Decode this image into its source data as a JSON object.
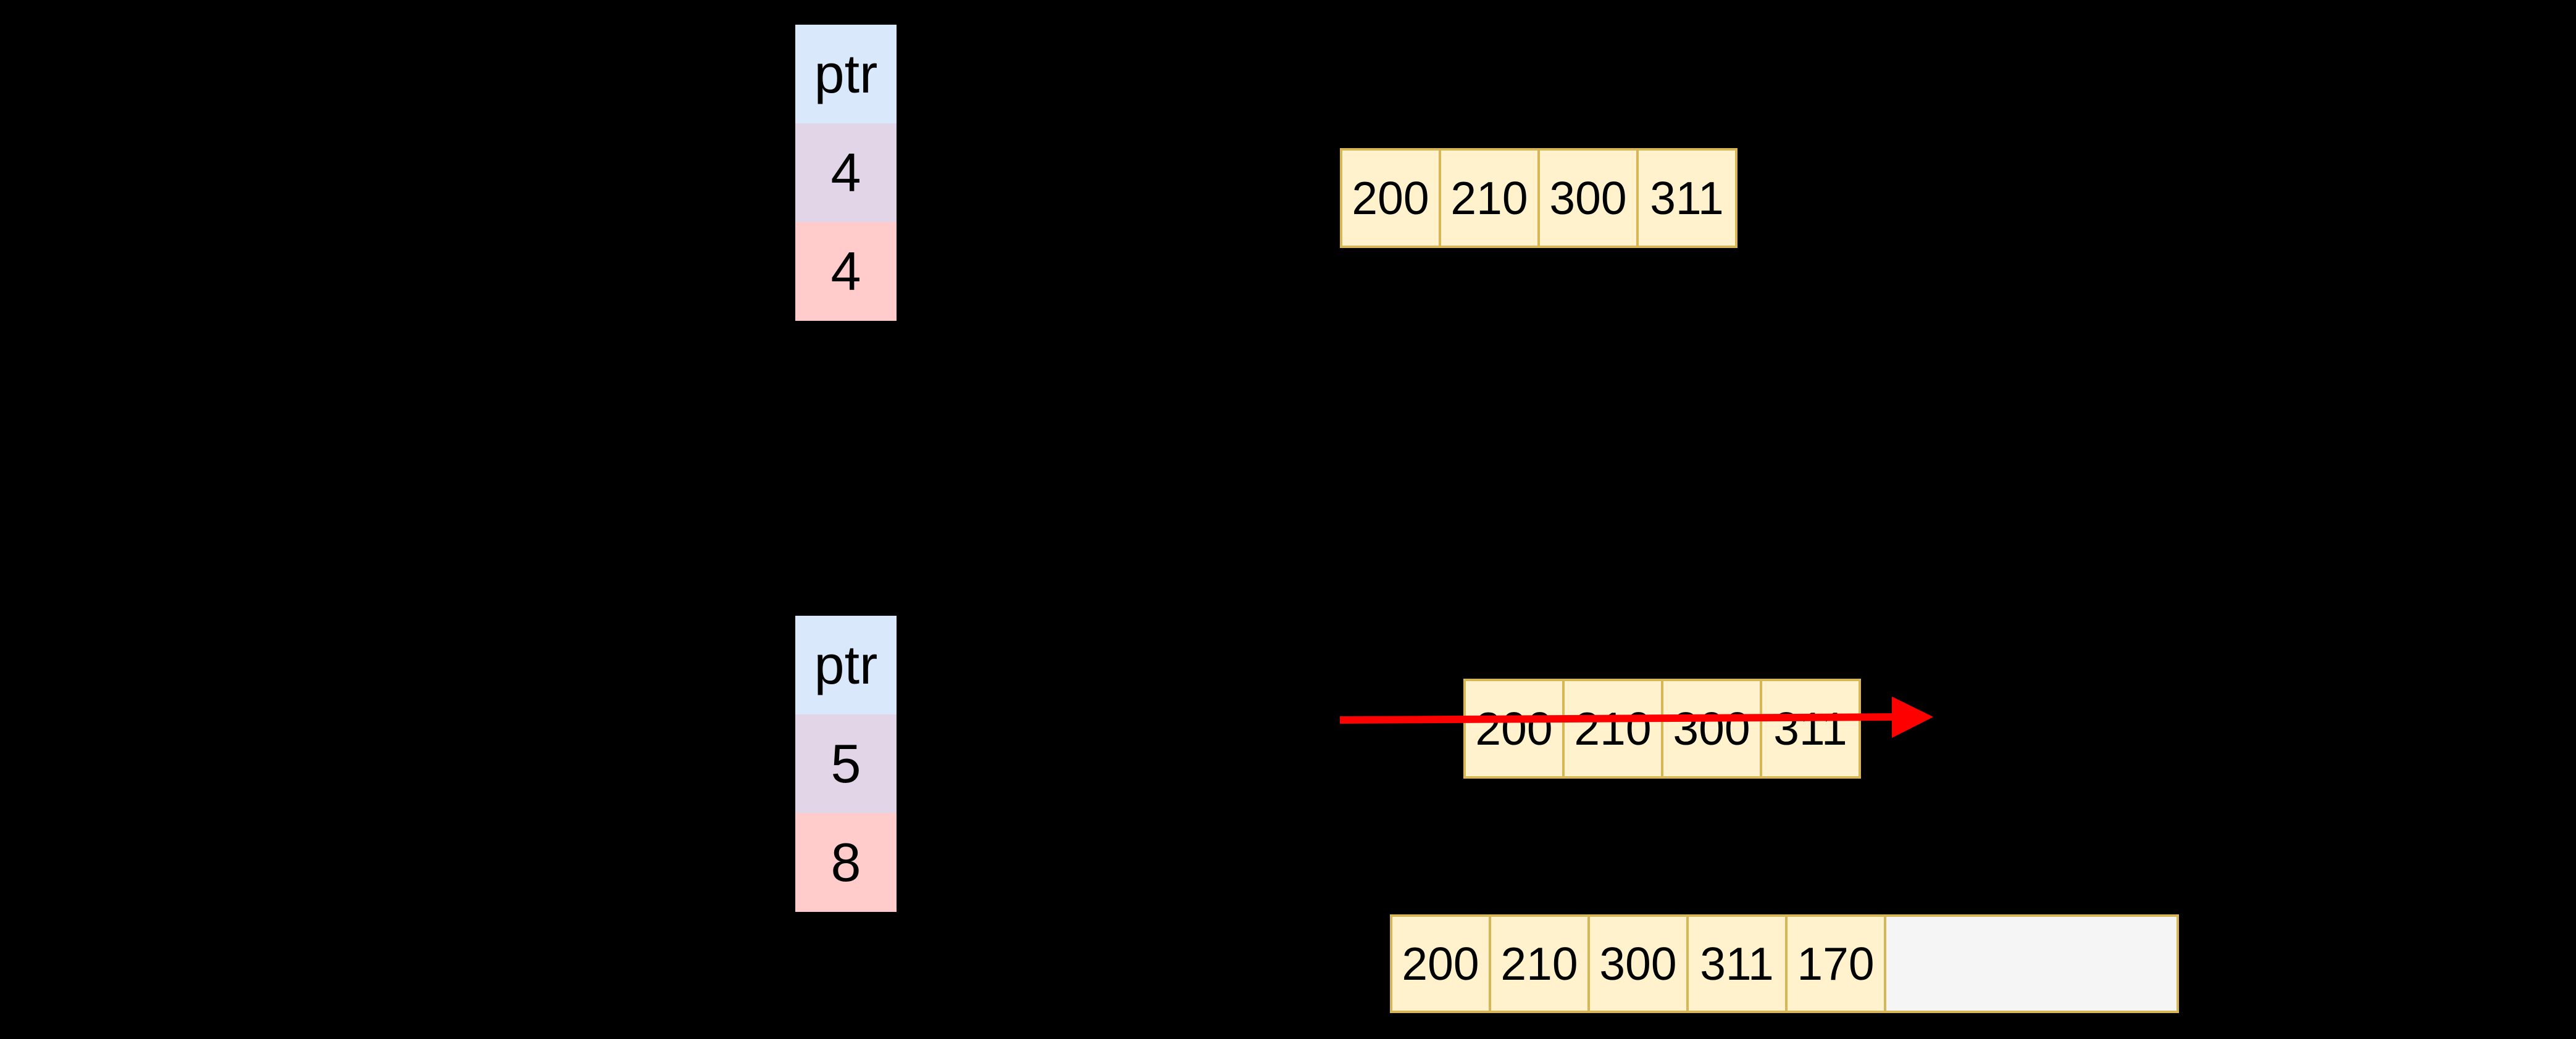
{
  "colors": {
    "background": "#000000",
    "pointer_cell_fill": "#dae8fc",
    "size_cell_fill": "#e1d5e7",
    "capacity_cell_fill": "#ffcbcb",
    "array_cell_fill": "#fff2cc",
    "array_border": "#d6b656",
    "empty_region_fill": "#f5f5f5",
    "strike_arrow": "#ff0000",
    "text": "#000000"
  },
  "structs": [
    {
      "cells": [
        {
          "label": "ptr"
        },
        {
          "label": "4"
        },
        {
          "label": "4"
        }
      ]
    },
    {
      "cells": [
        {
          "label": "ptr"
        },
        {
          "label": "5"
        },
        {
          "label": "8"
        }
      ]
    }
  ],
  "arrays": [
    {
      "values": [
        "200",
        "210",
        "300",
        "311"
      ],
      "empty_slots": 0,
      "struck_through": false
    },
    {
      "values": [
        "200",
        "210",
        "300",
        "311"
      ],
      "empty_slots": 0,
      "struck_through": true
    },
    {
      "values": [
        "200",
        "210",
        "300",
        "311",
        "170"
      ],
      "empty_slots": 3,
      "struck_through": false
    }
  ]
}
